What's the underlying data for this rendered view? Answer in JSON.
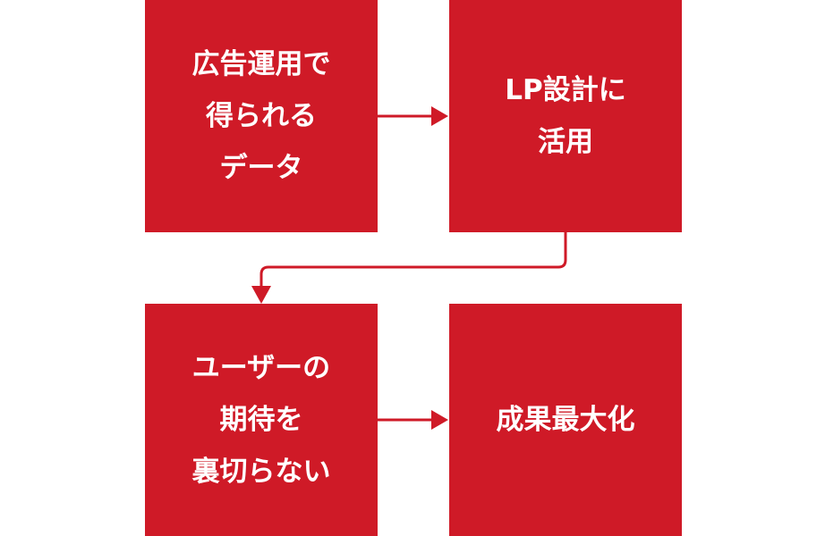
{
  "steps": [
    {
      "label": "広告運用で\n得られる\nデータ"
    },
    {
      "label": "LP設計に\n活用"
    },
    {
      "label": "ユーザーの\n期待を\n裏切らない"
    },
    {
      "label": "成果最大化"
    }
  ],
  "colors": {
    "accent": "#cf1a27"
  }
}
